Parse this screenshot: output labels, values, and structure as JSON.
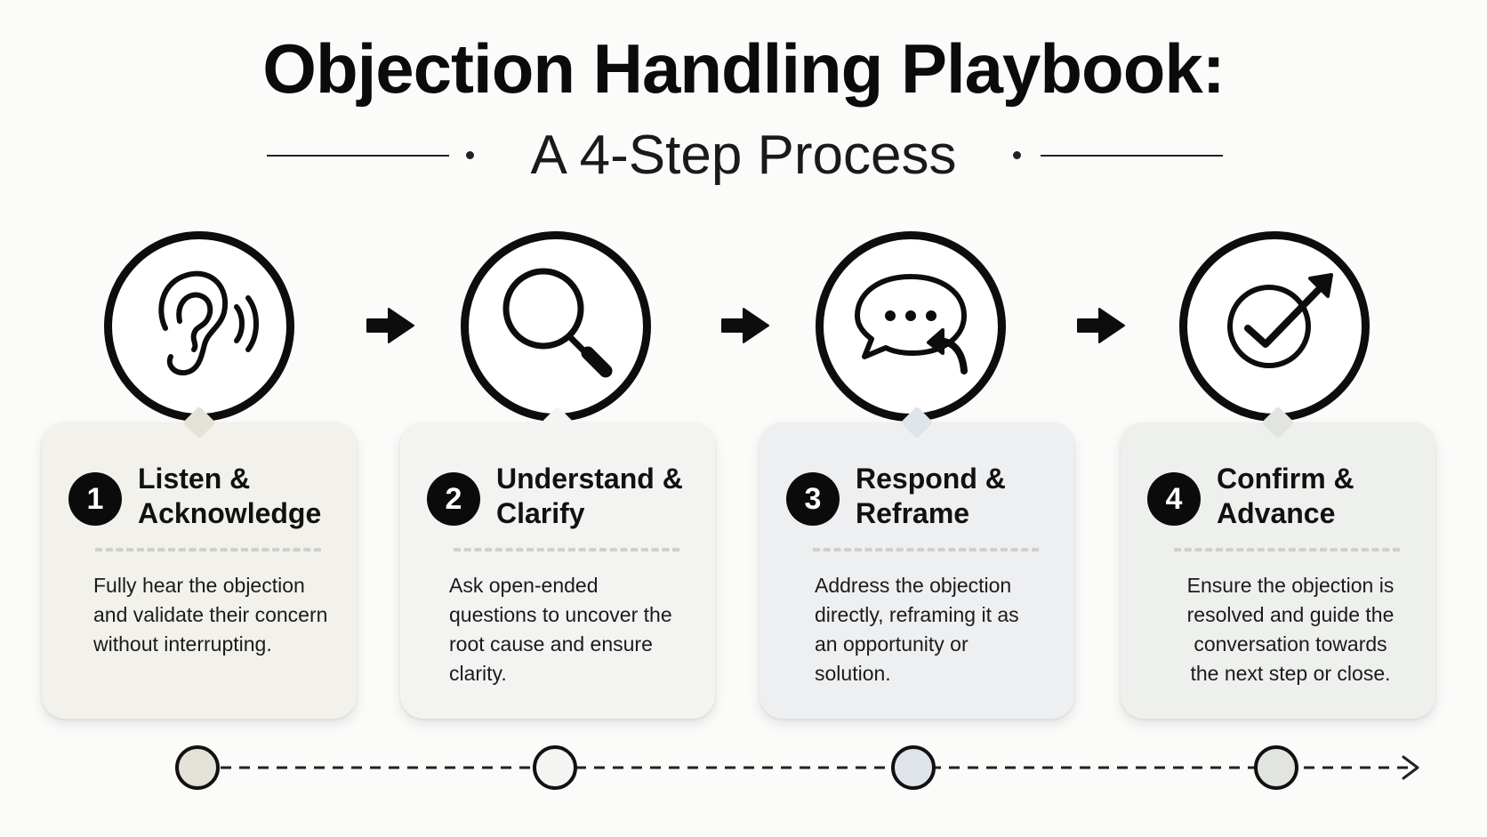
{
  "header": {
    "title": "Objection Handling Playbook:",
    "subtitle": "A 4-Step Process"
  },
  "steps": [
    {
      "number": "1",
      "title_line1": "Listen &",
      "title_line2": "Acknowledge",
      "description": "Fully hear the objection and validate their concern without interrupting.",
      "icon": "ear-icon",
      "card_color": "#f2f1ec",
      "node_color": "#e4e2d6"
    },
    {
      "number": "2",
      "title_line1": "Understand &",
      "title_line2": "Clarify",
      "description": "Ask open-ended questions to uncover the root cause and ensure clarity.",
      "icon": "magnifying-glass-icon",
      "card_color": "#f3f3f2",
      "node_color": "#f4f4f2"
    },
    {
      "number": "3",
      "title_line1": "Respond &",
      "title_line2": "Reframe",
      "description": "Address the objection directly, reframing it as an opportunity or solution.",
      "icon": "speech-bubble-reply-icon",
      "card_color": "#eeeff1",
      "node_color": "#dfe3ea"
    },
    {
      "number": "4",
      "title_line1": "Confirm &",
      "title_line2": "Advance",
      "description": "Ensure the objection is resolved and guide the conversation towards the next step or close.",
      "icon": "checkmark-arrow-icon",
      "card_color": "#eef0ed",
      "node_color": "#e2e5df"
    }
  ]
}
